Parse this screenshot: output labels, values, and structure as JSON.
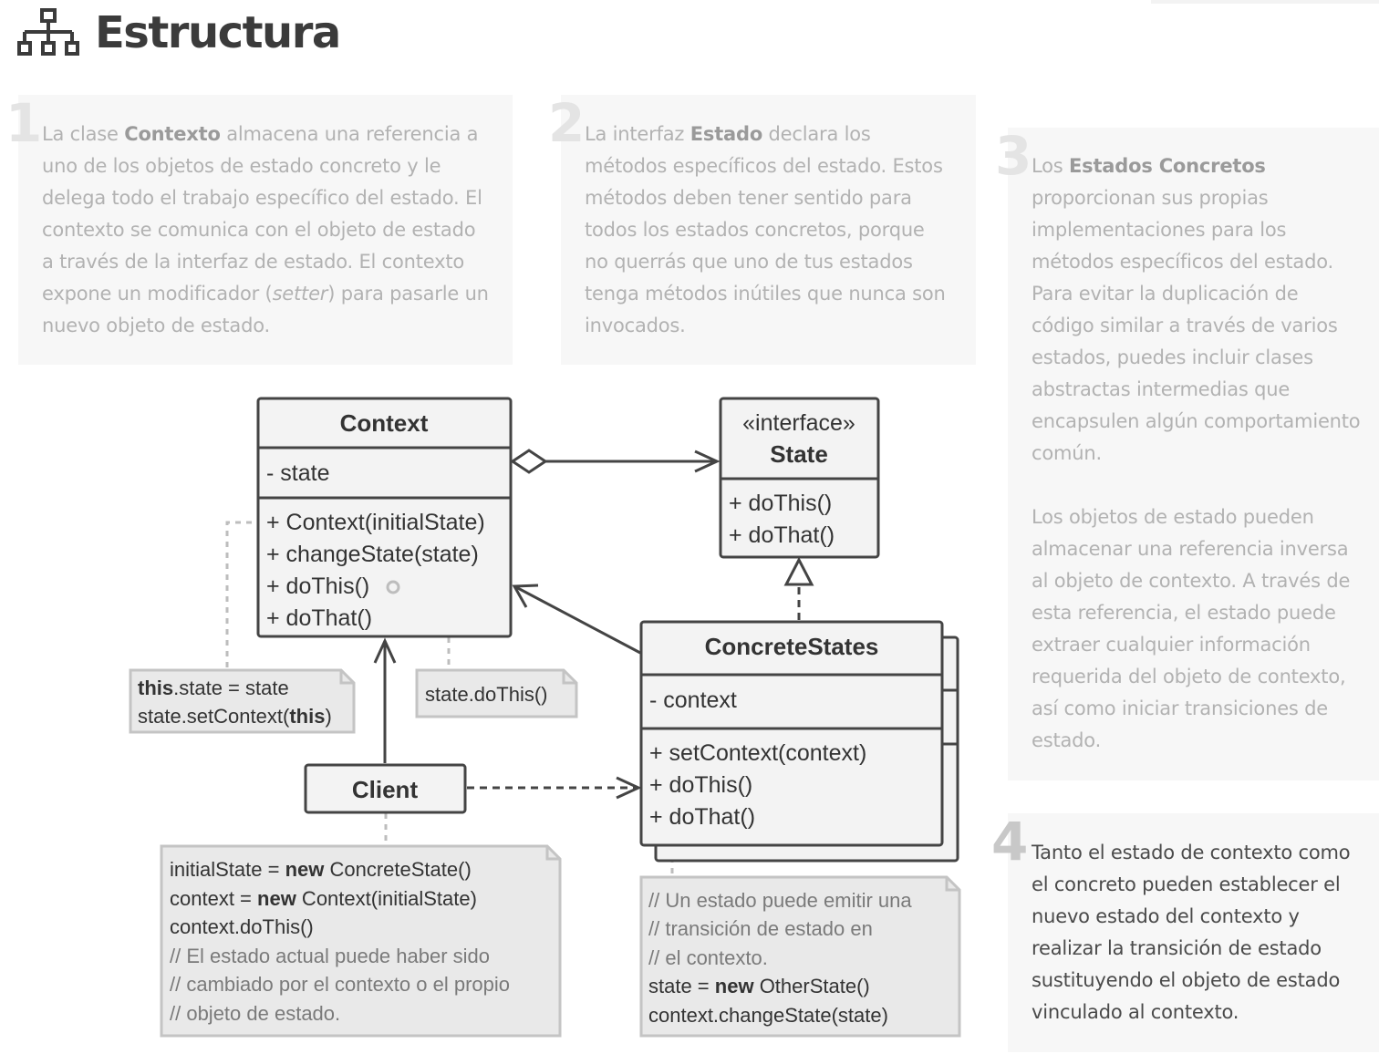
{
  "header": {
    "title": "Estructura",
    "icon": "hierarchy-icon"
  },
  "notes": [
    {
      "number": "1",
      "lines": [
        [
          "La clase ",
          {
            "b": "Contexto"
          },
          " almacena una referencia a"
        ],
        [
          "uno de los objetos de estado concreto y le"
        ],
        [
          "delega todo el trabajo específico del estado. El"
        ],
        [
          "contexto se comunica con el objeto de estado"
        ],
        [
          "a través de la interfaz de estado. El contexto"
        ],
        [
          "expone un modificador (",
          {
            "i": "setter"
          },
          ") para pasarle un"
        ],
        [
          "nuevo objeto de estado."
        ]
      ]
    },
    {
      "number": "2",
      "lines": [
        [
          "La interfaz ",
          {
            "b": "Estado"
          },
          " declara los"
        ],
        [
          "métodos específicos del estado. Estos"
        ],
        [
          "métodos deben tener sentido para"
        ],
        [
          "todos los estados concretos, porque"
        ],
        [
          "no querrás que uno de tus estados"
        ],
        [
          "tenga métodos inútiles que nunca son"
        ],
        [
          "invocados."
        ]
      ]
    },
    {
      "number": "3",
      "lines": [
        [
          "Los ",
          {
            "b": "Estados Concretos"
          }
        ],
        [
          "proporcionan sus propias"
        ],
        [
          "implementaciones para los"
        ],
        [
          "métodos específicos del estado."
        ],
        [
          "Para evitar la duplicación de"
        ],
        [
          "código similar a través de varios"
        ],
        [
          "estados, puedes incluir clases"
        ],
        [
          "abstractas intermedias que"
        ],
        [
          "encapsulen algún comportamiento"
        ],
        [
          "común."
        ],
        [],
        [
          "Los objetos de estado pueden"
        ],
        [
          "almacenar una referencia inversa"
        ],
        [
          "al objeto de contexto. A través de"
        ],
        [
          "esta referencia, el estado puede"
        ],
        [
          "extraer cualquier información"
        ],
        [
          "requerida del objeto de contexto,"
        ],
        [
          "así como iniciar transiciones de"
        ],
        [
          "estado."
        ]
      ]
    },
    {
      "number": "4",
      "lines": [
        [
          "Tanto el estado de contexto como"
        ],
        [
          "el concreto pueden establecer el"
        ],
        [
          "nuevo estado del contexto y"
        ],
        [
          "realizar la transición de estado"
        ],
        [
          "sustituyendo el objeto de estado"
        ],
        [
          "vinculado al contexto."
        ]
      ]
    }
  ],
  "diagram": {
    "context": {
      "name": "Context",
      "field": "- state",
      "methods": [
        "+ Context(initialState)",
        "+ changeState(state)",
        "+ doThis()",
        "+ doThat()"
      ]
    },
    "state": {
      "stereotype": "«interface»",
      "name": "State",
      "methods": [
        "+ doThis()",
        "+ doThat()"
      ]
    },
    "concrete": {
      "name": "ConcreteStates",
      "field": "- context",
      "methods": [
        "+ setContext(context)",
        "+ doThis()",
        "+ doThat()"
      ]
    },
    "client": {
      "name": "Client"
    },
    "note_ctor": [
      [
        {
          "b": "this"
        },
        ".state = state"
      ],
      [
        "state.setContext(",
        {
          "b": "this"
        },
        ")"
      ]
    ],
    "note_dothis": [
      [
        "state.doThis()"
      ]
    ],
    "note_client": [
      [
        "initialState = ",
        {
          "b": "new"
        },
        " ConcreteState()"
      ],
      [
        "context = ",
        {
          "b": "new"
        },
        " Context(initialState)"
      ],
      [
        "context.doThis()"
      ],
      [
        {
          "c": "// El estado actual puede haber sido"
        }
      ],
      [
        {
          "c": "// cambiado por el contexto o el propio"
        }
      ],
      [
        {
          "c": "// objeto de estado."
        }
      ]
    ],
    "note_concrete": [
      [
        {
          "c": "// Un estado puede emitir una"
        }
      ],
      [
        {
          "c": "// transición de estado en"
        }
      ],
      [
        {
          "c": "// el contexto."
        }
      ],
      [
        "state = ",
        {
          "b": "new"
        },
        " OtherState()"
      ],
      [
        "context.changeState(state)"
      ]
    ]
  },
  "colors": {
    "stroke": "#444444",
    "box_fill": "#f3f3f3",
    "note_fill": "#e9e9e9",
    "note_stroke": "#c4c4c4",
    "comment": "#7a7a7a",
    "panel": "#f7f7f7"
  }
}
